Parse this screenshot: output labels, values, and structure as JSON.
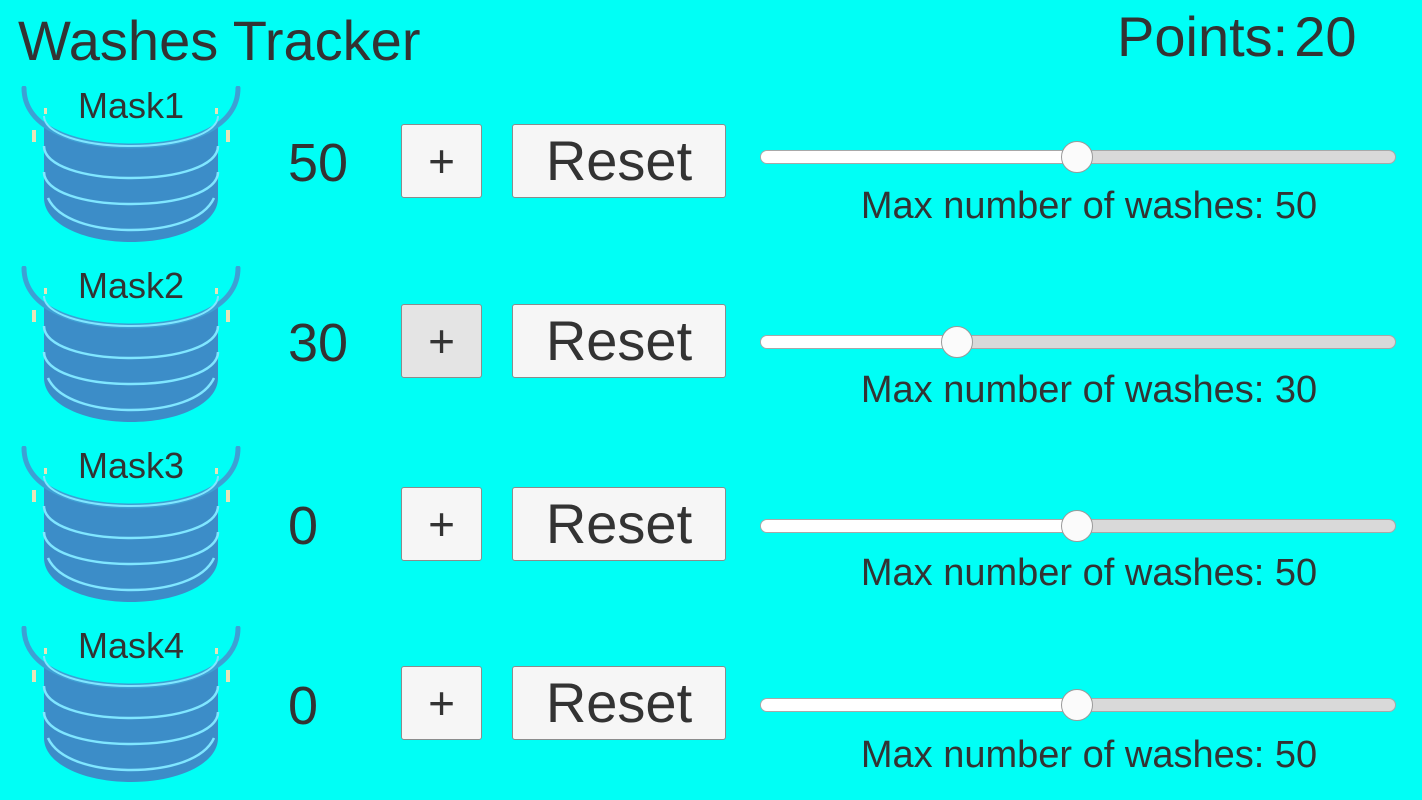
{
  "app": {
    "title": "Washes Tracker",
    "background_color": "#00FFF6"
  },
  "points": {
    "label": "Points:",
    "value": "20"
  },
  "mask_icon": "face-mask-icon",
  "buttons": {
    "plus_label": "+",
    "reset_label": "Reset"
  },
  "max_label_prefix": "Max number of washes:",
  "masks": [
    {
      "name": "Mask1",
      "count": "50",
      "max_washes": "50",
      "slider_fraction": 0.5
    },
    {
      "name": "Mask2",
      "count": "30",
      "max_washes": "30",
      "slider_fraction": 0.31
    },
    {
      "name": "Mask3",
      "count": "0",
      "max_washes": "50",
      "slider_fraction": 0.5
    },
    {
      "name": "Mask4",
      "count": "0",
      "max_washes": "50",
      "slider_fraction": 0.5
    }
  ],
  "colors": {
    "mask_body": "#3c8dc8",
    "mask_lines": "#7fe6ff",
    "mask_rim": "#3ea0d4",
    "button_face": "#f6f6f6",
    "slider_fill": "#ffffff",
    "slider_empty": "#d9d9d9"
  }
}
